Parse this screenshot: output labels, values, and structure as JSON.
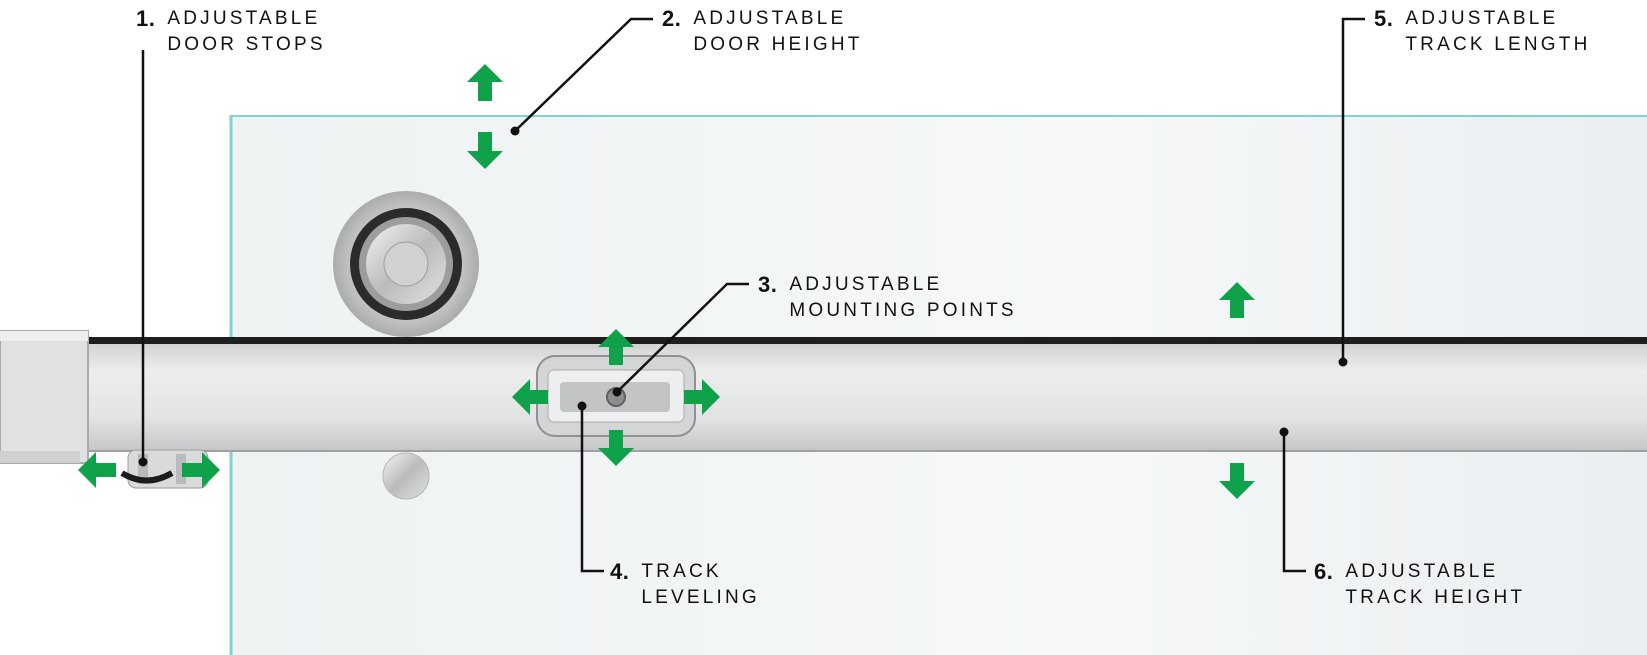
{
  "colors": {
    "arrow": "#10a24a",
    "glass_edge": "#7fd4cf",
    "glass_fill": "#f1f5f6",
    "rail": "#d8dadb",
    "rail_line": "#222222",
    "leader": "#111111"
  },
  "callouts": [
    {
      "number": "1.",
      "lines": [
        "ADJUSTABLE",
        "DOOR STOPS"
      ]
    },
    {
      "number": "2.",
      "lines": [
        "ADJUSTABLE",
        "DOOR HEIGHT"
      ]
    },
    {
      "number": "3.",
      "lines": [
        "ADJUSTABLE",
        "MOUNTING POINTS"
      ]
    },
    {
      "number": "4.",
      "lines": [
        "TRACK",
        "LEVELING"
      ]
    },
    {
      "number": "5.",
      "lines": [
        "ADJUSTABLE",
        "TRACK LENGTH"
      ]
    },
    {
      "number": "6.",
      "lines": [
        "ADJUSTABLE",
        "TRACK HEIGHT"
      ]
    }
  ]
}
